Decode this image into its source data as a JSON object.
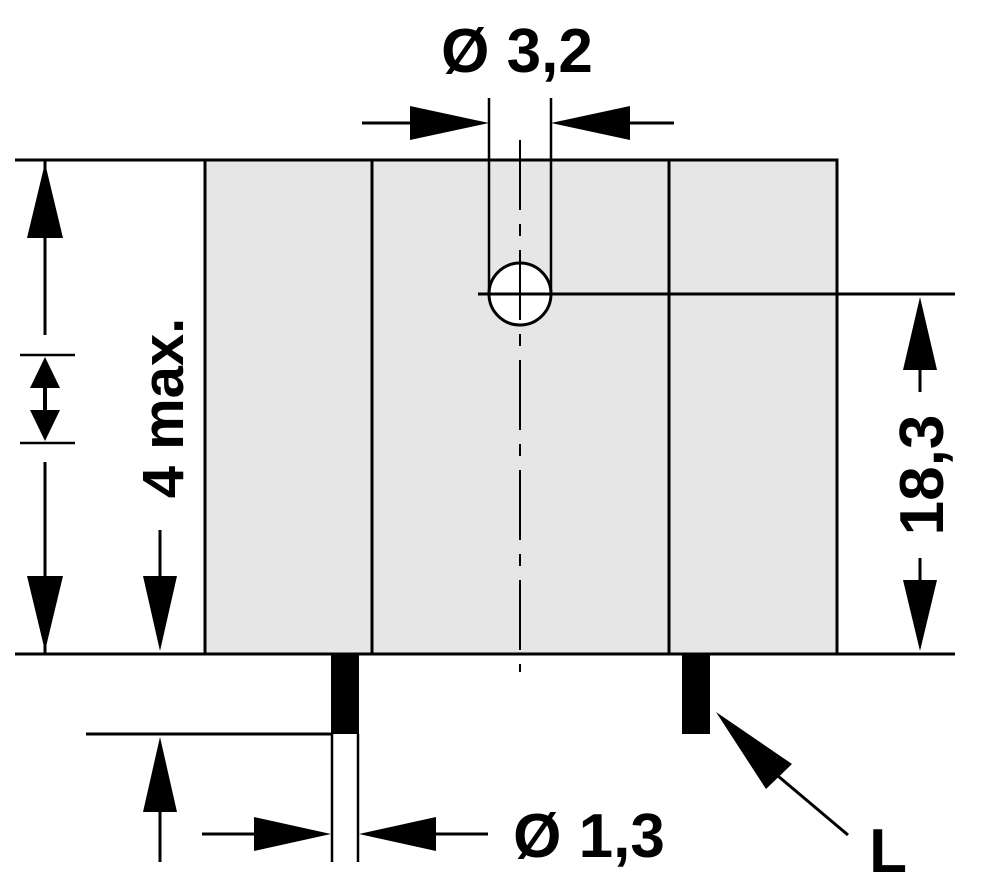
{
  "labels": {
    "hole_diameter": "Ø 3,2",
    "pin_diameter": "Ø 1,3",
    "height_max": "4 max.",
    "hole_position": "18,3",
    "pin_callout": "L"
  },
  "colors": {
    "body_fill": "#e6e6e6",
    "line": "#000000",
    "background": "#ffffff"
  }
}
